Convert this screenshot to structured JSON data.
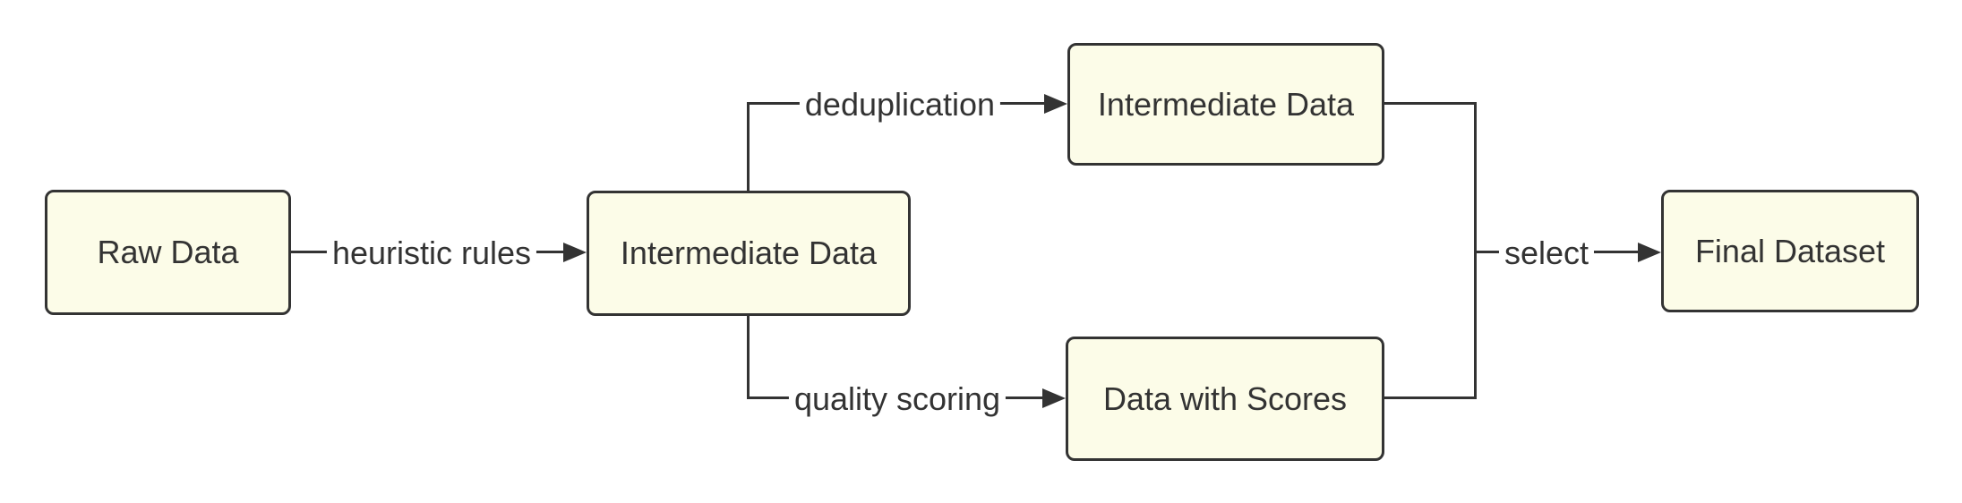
{
  "diagram": {
    "type": "flowchart-left-to-right",
    "colors": {
      "background": "#ffffff",
      "node_fill": "#fcfce8",
      "node_border": "#333333",
      "line": "#333333",
      "text": "#333333"
    },
    "nodes": {
      "raw": {
        "label": "Raw Data"
      },
      "mid": {
        "label": "Intermediate Data"
      },
      "top": {
        "label": "Intermediate Data"
      },
      "scores": {
        "label": "Data with Scores"
      },
      "final": {
        "label": "Final Dataset"
      }
    },
    "edges": {
      "heuristic": {
        "from": "Raw Data",
        "to": "Intermediate Data",
        "label": "heuristic rules"
      },
      "dedup": {
        "from": "Intermediate Data",
        "to": "Intermediate Data",
        "label": "deduplication"
      },
      "quality": {
        "from": "Intermediate Data",
        "to": "Data with Scores",
        "label": "quality scoring"
      },
      "select": {
        "from": "Intermediate Data / Data with Scores",
        "to": "Final Dataset",
        "label": "select"
      }
    }
  }
}
